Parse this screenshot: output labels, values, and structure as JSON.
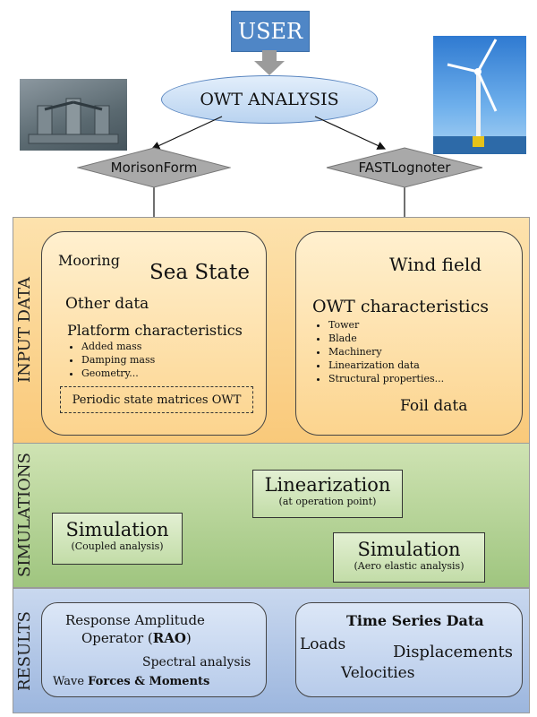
{
  "top": {
    "user": "USER",
    "owt_analysis": "OWT ANALYSIS",
    "left_tool": "MorisonForm",
    "right_tool": "FASTLognoter"
  },
  "bands": {
    "input": "INPUT DATA",
    "simulations": "SIMULATIONS",
    "results": "RESULTS"
  },
  "left_input": {
    "mooring": "Mooring",
    "sea_state": "Sea State",
    "other_data": "Other data",
    "platform_title": "Platform characteristics",
    "platform_items": [
      "Added mass",
      "Damping mass",
      "Geometry..."
    ],
    "periodic": "Periodic state matrices OWT"
  },
  "right_input": {
    "wind_field": "Wind field",
    "owt_title": "OWT characteristics",
    "owt_items": [
      "Tower",
      "Blade",
      "Machinery",
      "Linearization data",
      "Structural properties..."
    ],
    "foil_data": "Foil data"
  },
  "simulations": {
    "linearization_title": "Linearization",
    "linearization_sub": "(at operation point)",
    "sim_left_title": "Simulation",
    "sim_left_sub": "(Coupled analysis)",
    "sim_right_title": "Simulation",
    "sim_right_sub": "(Aero elastic analysis)"
  },
  "results_left": {
    "rao_line1": "Response Amplitude",
    "rao_line2": "Operator (",
    "rao_bold": "RAO",
    "rao_close": ")",
    "spectral": "Spectral analysis",
    "wave_prefix": "Wave ",
    "wave_bold": "Forces & Moments"
  },
  "results_right": {
    "title": "Time Series Data",
    "loads": "Loads",
    "displacements": "Displacements",
    "velocities": "Velocities"
  },
  "colors": {
    "user_box": "#4f86c6",
    "input_band": "#f9c97a",
    "sim_band": "#9fc57f",
    "results_band": "#9cb6de",
    "diamond": "#a9a9a9"
  }
}
